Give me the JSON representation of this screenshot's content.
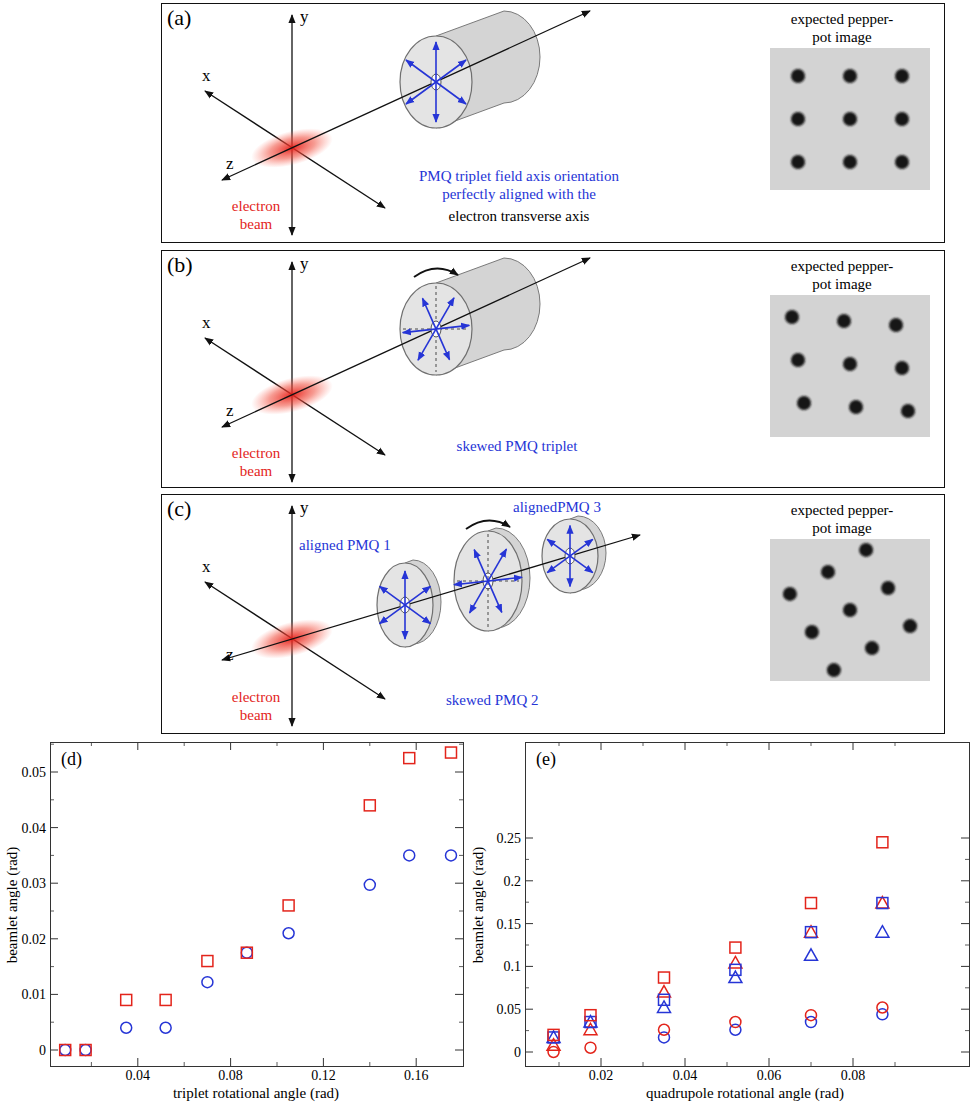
{
  "diagram": {
    "nodes": [
      {
        "text": [
          "(a)",
          "y",
          "x",
          "z",
          "electron beam",
          "PMQ triplet field axis orientation perfectly aligned with the",
          "electron transverse axis",
          "expected pepper-pot image"
        ]
      },
      {
        "text": [
          "(b)",
          "y",
          "x",
          "z",
          "electron beam",
          "skewed PMQ triplet",
          "expected pepper-pot image"
        ]
      },
      {
        "text": [
          "(c)",
          "y",
          "x",
          "z",
          "electron beam",
          "aligned PMQ 1",
          "skewed PMQ 2",
          "alignedPMQ 3",
          "expected pepper-pot image"
        ]
      },
      {
        "text": [
          "(d)"
        ]
      },
      {
        "text": [
          "(e)"
        ]
      }
    ],
    "labels": [
      "0.05",
      "0.04",
      "0.03",
      "0.02",
      "0.01",
      "0",
      "0.04",
      "0.08",
      "0.12",
      "0.16",
      "beamlet angle (rad)",
      "triplet rotational angle (rad)",
      "0.25",
      "0.2",
      "0.15",
      "0.1",
      "0.05",
      "0",
      "0.02",
      "0.04",
      "0.06",
      "0.08",
      "beamlet angle (rad)",
      "quadrupole rotational angle (rad)"
    ]
  }
}
